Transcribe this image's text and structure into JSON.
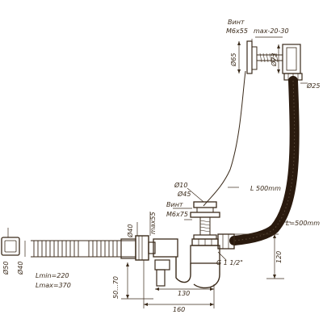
{
  "diagram": {
    "labels": {
      "vint_top": "Винт",
      "thread_top": "M6x55",
      "max_range": "max-20-30",
      "d65": "Ø65",
      "d73": "Ø73",
      "d25": "Ø25",
      "l500_left": "L 500mm",
      "l500_right": "L=500mm",
      "d10": "Ø10",
      "d45": "Ø45",
      "vint_mid": "Винт",
      "thread_mid": "M6x75",
      "max55": "max55",
      "d40_mid": "Ø40",
      "d50": "Ø50",
      "d40_left": "Ø40",
      "lmin": "Lmin=220",
      "lmax": "Lmax=370",
      "range_50_70": "50...70",
      "thread_half": "G 1 1/2\"",
      "h120": "120",
      "w130": "130",
      "w160": "160"
    }
  }
}
